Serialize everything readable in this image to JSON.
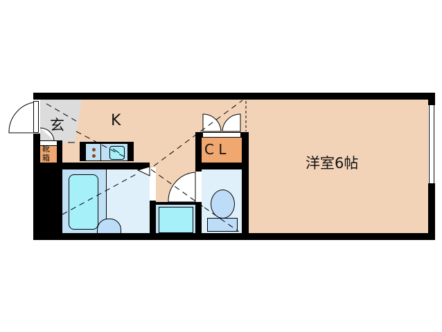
{
  "floorplan": {
    "rooms": [
      {
        "id": "entrance",
        "label": "玄"
      },
      {
        "id": "kitchen",
        "label": "K"
      },
      {
        "id": "shoe-box",
        "label": "靴箱"
      },
      {
        "id": "closet",
        "label": "ＣＬ"
      },
      {
        "id": "western-room",
        "label": "洋室6帖"
      }
    ],
    "labels": {
      "entrance": "玄",
      "kitchen": "K",
      "shoe_box_1": "靴",
      "shoe_box_2": "箱",
      "closet": "C L",
      "western_room": "洋室6帖"
    },
    "colors": {
      "floor": "#f2d3b8",
      "entrance_floor": "#dcdcdc",
      "closet": "#f0a870",
      "shoe_box": "#f0a870",
      "wet_area": "#dff0fb",
      "bath_panel": "#bfe0f5",
      "tub": "#a6f0fa",
      "fixture": "#bcdcf8",
      "wall": "#000000"
    }
  }
}
